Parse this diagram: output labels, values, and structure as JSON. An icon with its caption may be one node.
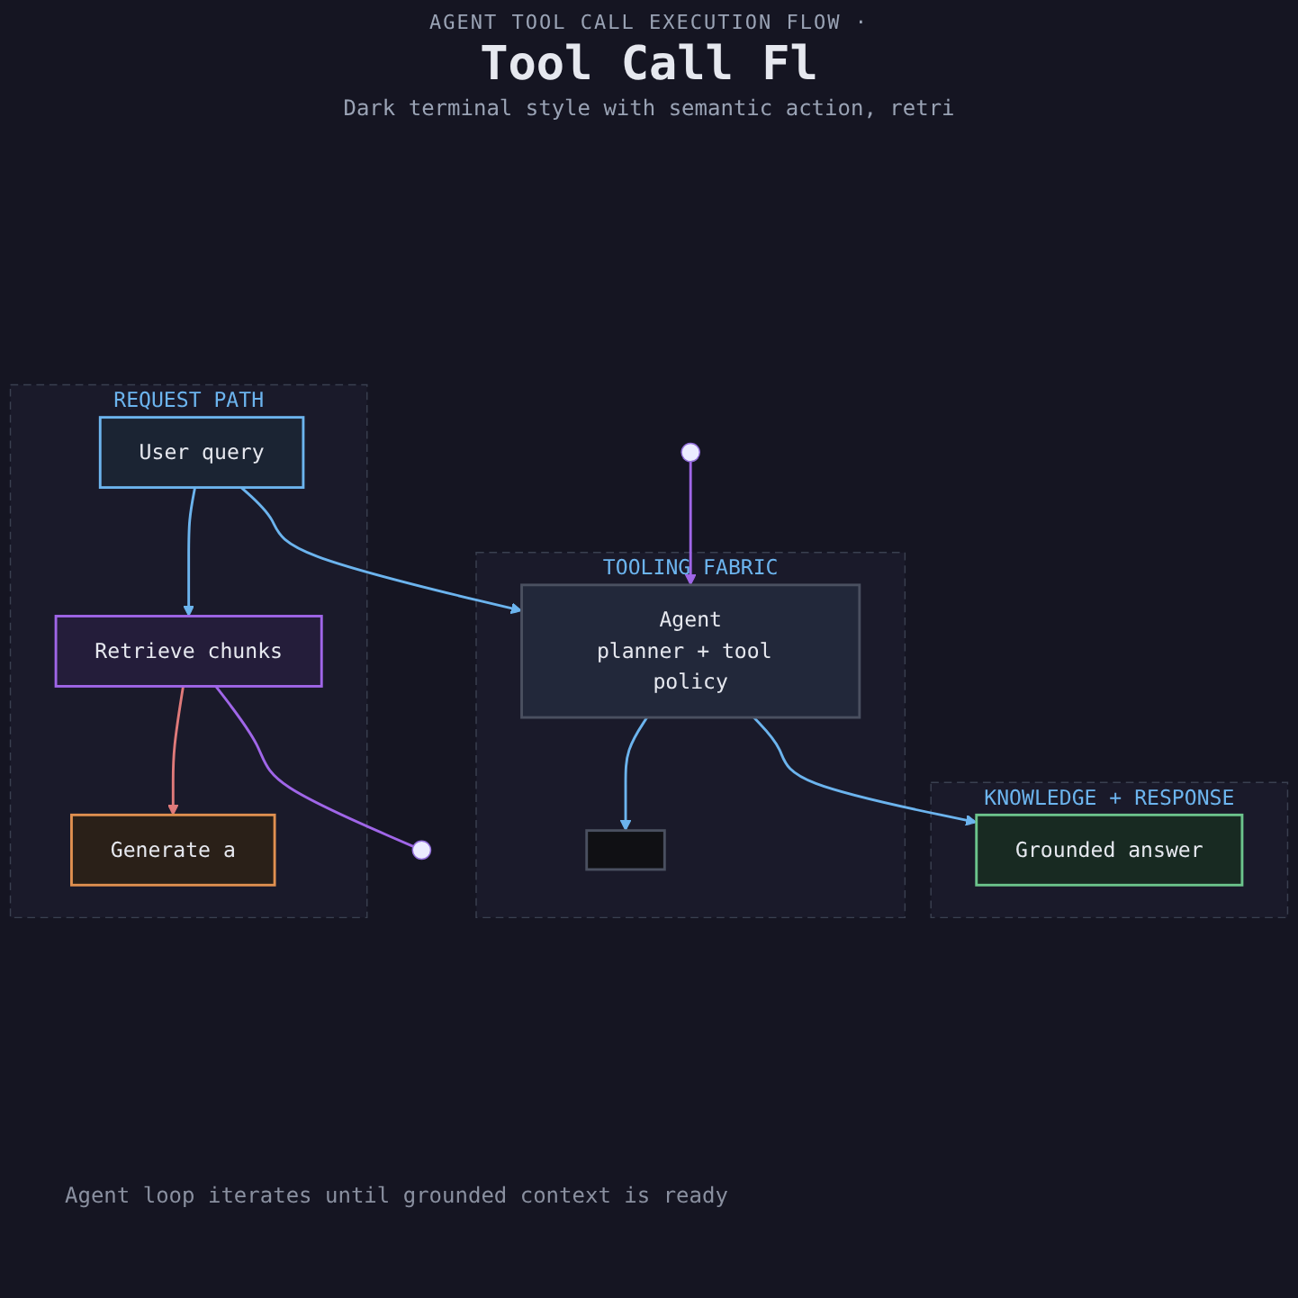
{
  "diagram": {
    "title": "Tool Call Fl",
    "caption": "Agent loop iterates until grounded context is ready",
    "nodes": [
      {
        "text": [
          "REQUEST PATH"
        ]
      },
      {
        "text": [
          "User query"
        ],
        "in": 0
      },
      {
        "text": [
          "Retrieve chunks"
        ],
        "in": 0
      },
      {
        "text": [
          "Generate a"
        ],
        "in": 0
      },
      {
        "text": [
          "TOOLING FABRIC"
        ]
      },
      {
        "text": [
          "Agent",
          "planner + tool policy"
        ],
        "in": 4
      },
      {
        "text": [],
        "shape": "box",
        "in": 4
      },
      {
        "text": [
          "KNOWLEDGE + RESPONSE"
        ]
      },
      {
        "text": [
          "Grounded answer"
        ],
        "in": 7
      }
    ],
    "edges": [
      {
        "from": 1,
        "to": 2,
        "arrow": "to"
      },
      {
        "from": 2,
        "to": 3,
        "arrow": "to",
        "color": "#e07a7a"
      },
      {
        "from": 2,
        "to": null,
        "arrow": "none",
        "color": "#a066e8"
      },
      {
        "from": 1,
        "to": 5,
        "arrow": "to"
      },
      {
        "from": 5,
        "to": 6,
        "arrow": "to"
      },
      {
        "from": null,
        "to": 5,
        "arrow": "to",
        "color": "#a066e8"
      },
      {
        "from": 5,
        "to": 8,
        "arrow": "to"
      }
    ],
    "labels": [
      "AGENT TOOL CALL EXECUTION FLOW ·",
      "Dark terminal style with semantic action, retri"
    ]
  }
}
